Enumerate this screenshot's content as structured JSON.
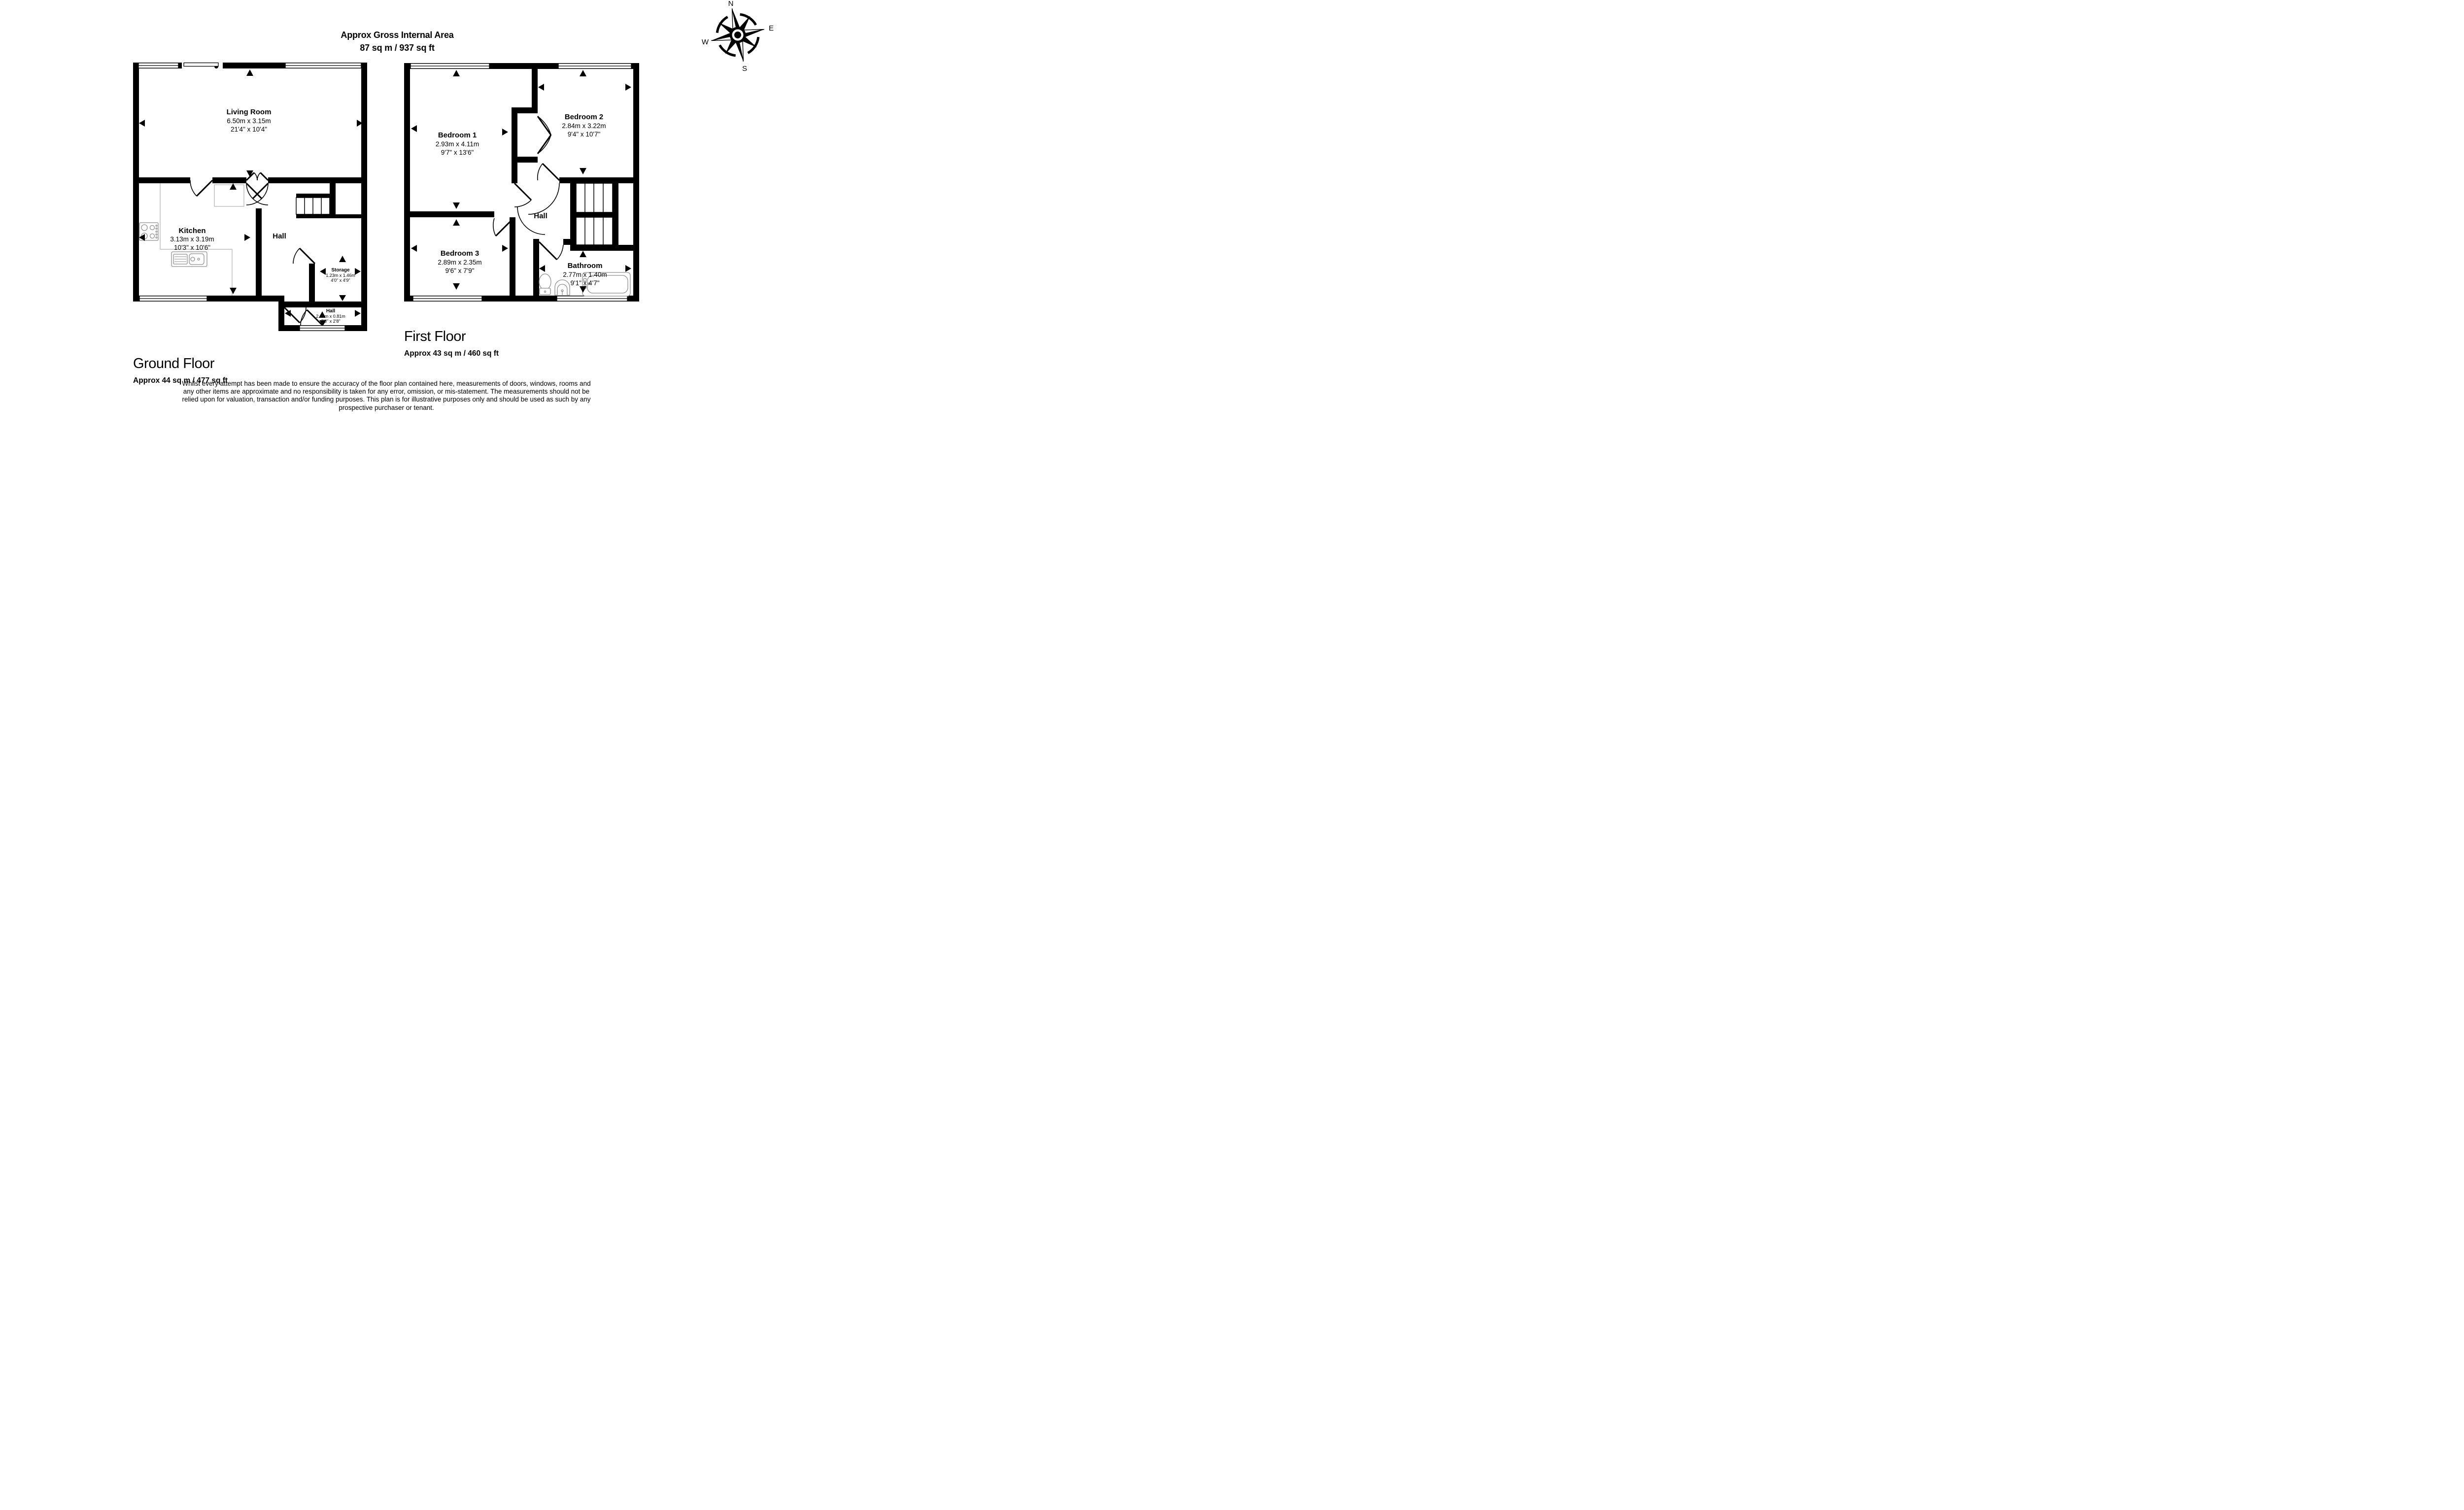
{
  "header": {
    "line1": "Approx Gross Internal Area",
    "line2": "87 sq m / 937 sq ft"
  },
  "compass": {
    "north": "N",
    "east": "E",
    "south": "S",
    "west": "W"
  },
  "ground_floor": {
    "title": "Ground Floor",
    "area": "Approx 44 sq m / 477 sq ft",
    "rooms": {
      "living_room": {
        "name": "Living Room",
        "metric": "6.50m x 3.15m",
        "imperial": "21'4\" x 10'4\""
      },
      "kitchen": {
        "name": "Kitchen",
        "metric": "3.13m x 3.19m",
        "imperial": "10'3\" x 10'6\""
      },
      "hall": {
        "name": "Hall"
      },
      "storage": {
        "name": "Storage",
        "metric": "1.23m x 1.46m",
        "imperial": "4'0\" x 4'9\""
      },
      "entrance_hall": {
        "name": "Hall",
        "metric": "2.33m x 0.81m",
        "imperial": "7'8\" x 2'8\""
      }
    }
  },
  "first_floor": {
    "title": "First Floor",
    "area": "Approx 43 sq m / 460 sq ft",
    "rooms": {
      "bedroom_1": {
        "name": "Bedroom 1",
        "metric": "2.93m x 4.11m",
        "imperial": "9'7\" x 13'6\""
      },
      "bedroom_2": {
        "name": "Bedroom 2",
        "metric": "2.84m x 3.22m",
        "imperial": "9'4\" x 10'7\""
      },
      "bedroom_3": {
        "name": "Bedroom 3",
        "metric": "2.89m x 2.35m",
        "imperial": "9'6\" x 7'9\""
      },
      "hall": {
        "name": "Hall"
      },
      "bathroom": {
        "name": "Bathroom",
        "metric": "2.77m x 1.40m",
        "imperial": "9'1\" x 4'7\""
      }
    }
  },
  "disclaimer": {
    "line1": "Whilst every attempt has been made to ensure the accuracy of the floor plan contained here, measurements of doors, windows, rooms and",
    "line2": "any other items are approximate and no responsibility is taken for any error, omission, or mis-statement. The measurements should not be",
    "line3": "relied upon for valuation, transaction and/or funding purposes. This plan is for illustrative purposes only and should be used as such by any",
    "line4": "prospective purchaser or tenant."
  },
  "colors": {
    "walls": "#000000",
    "background": "#ffffff",
    "fixtures": "#8f8f8f"
  }
}
